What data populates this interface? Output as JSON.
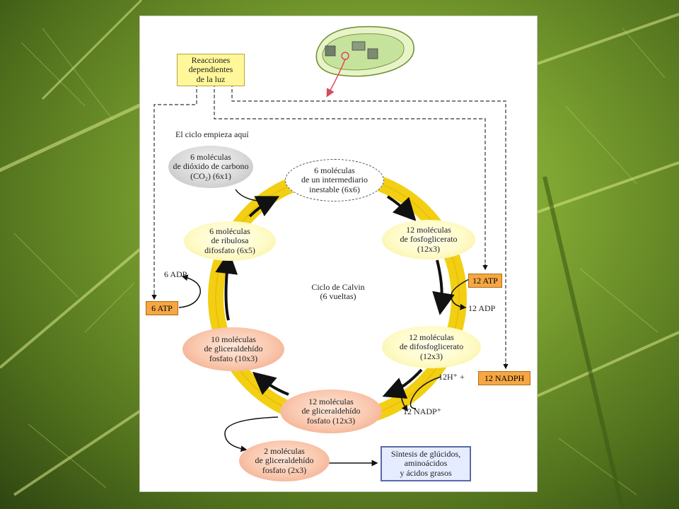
{
  "light_reactions": "Reacciones\ndependientes\nde la luz",
  "start_label": "El ciclo empieza aquí",
  "nodes": {
    "co2": "6 moléculas\nde dióxido de carbono\n(CO₂) (6x1)",
    "intermediate": "6 moléculas\nde un intermediario\ninestable (6x6)",
    "phosphoglycerate": "12 moléculas\nde fosfoglicerato\n(12x3)",
    "diphosphoglycerate": "12 moléculas\nde difosfoglicerato\n(12x3)",
    "g3p_12": "12 moléculas\nde gliceraldehído\nfosfato (12x3)",
    "g3p_10": "10 moléculas\nde gliceraldehído\nfosfato (10x3)",
    "rubp": "6 moléculas\nde ribulosa\ndifosfato (6x5)",
    "g3p_2": "2 moléculas\nde gliceraldehído\nfosfato (2x3)",
    "synthesis": "Síntesis de glúcidos,\naminoácidos\ny ácidos grasos"
  },
  "cycle_center": "Ciclo de Calvin\n(6 vueltas)",
  "atp_12": "12 ATP",
  "adp_12": "12 ADP",
  "h_plus": "12H⁺ +",
  "nadph_12": "12 NADPH",
  "nadp_12": "12 NADP⁺",
  "atp_6": "6 ATP",
  "adp_6": "6 ADP",
  "colors": {
    "cycle_ring": "#f2cf12",
    "orange_box": "#f5a744",
    "light_box": "#fff799",
    "synthesis_box": "#e6ecff",
    "pointer": "#d94a5a"
  }
}
